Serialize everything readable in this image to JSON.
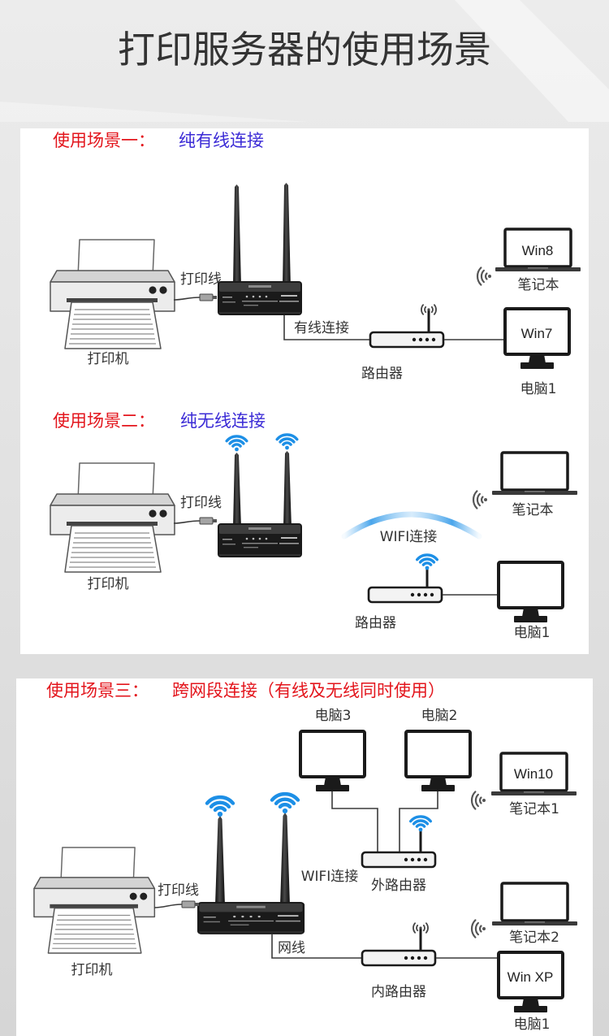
{
  "title": "打印服务器的使用场景",
  "colors": {
    "title": "#333333",
    "scene_label": "#e3151c",
    "mode_blue": "#3b2bd6",
    "mode_red": "#e3151c",
    "wifi": "#1d8fe6"
  },
  "scene1": {
    "label": "使用场景一：",
    "mode": "纯有线连接",
    "printer": "打印机",
    "print_cable": "打印线",
    "link": "有线连接",
    "router": "路由器",
    "laptop": {
      "name": "笔记本",
      "os": "Win8"
    },
    "pc": {
      "name": "电脑1",
      "os": "Win7"
    }
  },
  "scene2": {
    "label": "使用场景二：",
    "mode": "纯无线连接",
    "printer": "打印机",
    "print_cable": "打印线",
    "link": "WIFI连接",
    "router": "路由器",
    "laptop": {
      "name": "笔记本"
    },
    "pc": {
      "name": "电脑1"
    }
  },
  "scene3": {
    "label": "使用场景三：",
    "mode": "跨网段连接（有线及无线同时使用）",
    "pc3": "电脑3",
    "pc2": "电脑2",
    "laptop1": {
      "name": "笔记本1",
      "os": "Win10"
    },
    "outer_router": "外路由器",
    "wifi_link": "WIFI连接",
    "print_cable": "打印线",
    "printer": "打印机",
    "lan_cable": "网线",
    "inner_router": "内路由器",
    "laptop2": {
      "name": "笔记本2"
    },
    "pc1": {
      "name": "电脑1",
      "os": "Win XP"
    }
  }
}
